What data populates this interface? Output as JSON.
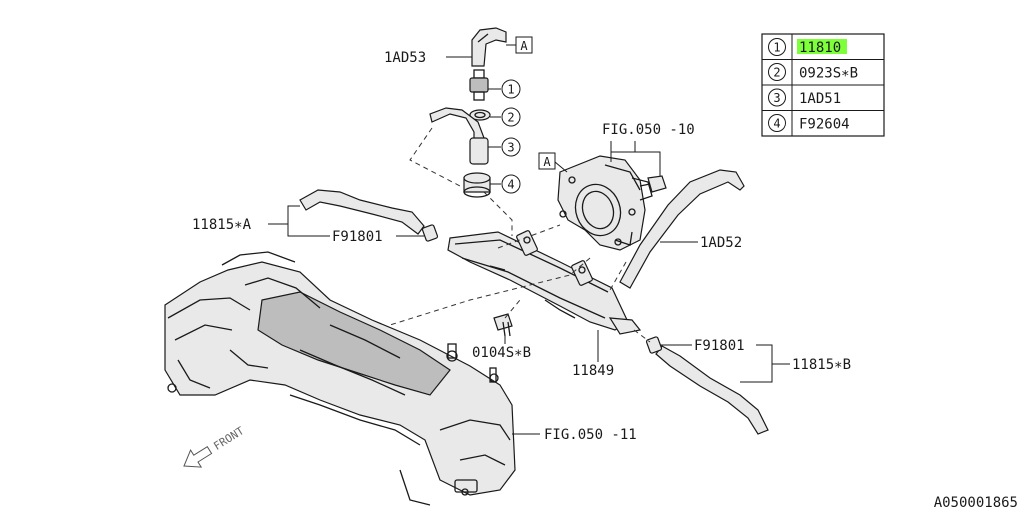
{
  "legend": {
    "rows": [
      {
        "num": "1",
        "part": "11810",
        "highlight_color": "#7dff3a"
      },
      {
        "num": "2",
        "part": "0923S∗B"
      },
      {
        "num": "3",
        "part": "1AD51"
      },
      {
        "num": "4",
        "part": "F92604"
      }
    ]
  },
  "labels": {
    "hose_top": "1AD53",
    "ref_a_top": "A",
    "ref_a_throttle": "A",
    "callout_1": "1",
    "callout_2": "2",
    "callout_3": "3",
    "callout_4": "4",
    "fig_throttle": "FIG.050 -10",
    "hose_left": "11815∗A",
    "clamp_left": "F91801",
    "hose_right_upper": "1AD52",
    "bolt": "0104S∗B",
    "pipe": "11849",
    "clamp_right": "F91801",
    "hose_right_lower": "11815∗B",
    "fig_manifold": "FIG.050 -11",
    "front": "FRONT",
    "diagram_id": "A050001865"
  }
}
